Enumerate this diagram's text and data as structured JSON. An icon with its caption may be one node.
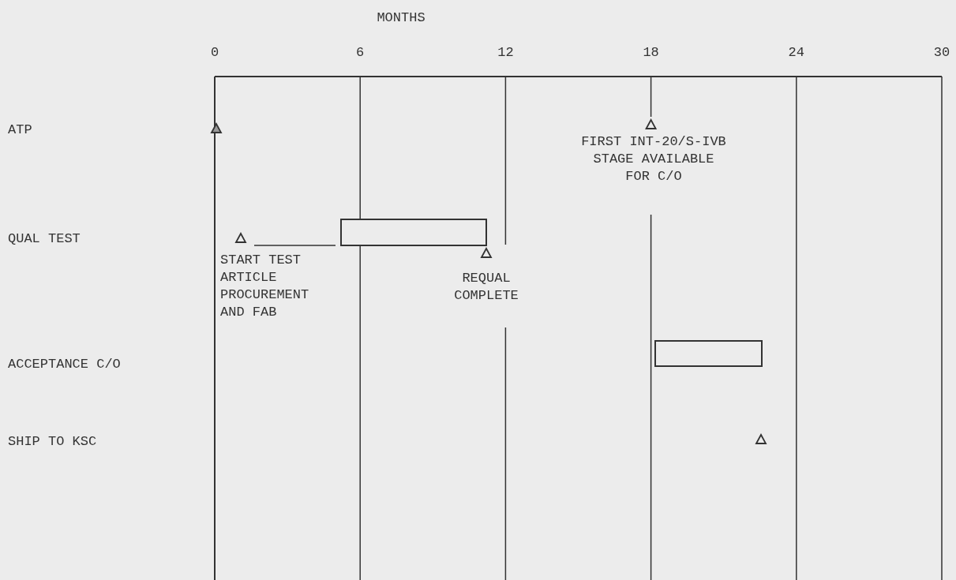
{
  "diagram": {
    "nodes": [
      {
        "text": [],
        "shape": "bar"
      },
      {
        "text": [],
        "shape": "bar"
      }
    ],
    "labels": [
      "MONTHS",
      "0",
      "6",
      "12",
      "18",
      "24",
      "30",
      "ATP",
      "FIRST INT-20/S-IVB STAGE AVAILABLE FOR C/O",
      "QUAL TEST",
      "START TEST ARTICLE PROCUREMENT AND FAB",
      "REQUAL COMPLETE",
      "ACCEPTANCE C/O",
      "SHIP TO KSC"
    ]
  }
}
